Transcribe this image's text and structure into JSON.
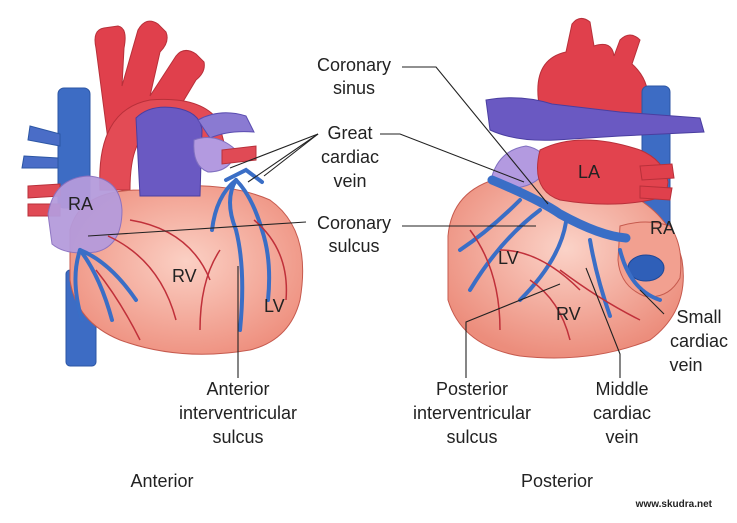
{
  "labels": {
    "ra_left": "RA",
    "rv_left": "RV",
    "lv_left": "LV",
    "la_right": "LA",
    "ra_right": "RA",
    "lv_right": "LV",
    "rv_right": "RV",
    "coronary_sinus": [
      "Coronary",
      "sinus"
    ],
    "great_cardiac_vein": [
      "Great",
      "cardiac",
      "vein"
    ],
    "coronary_sulcus": [
      "Coronary",
      "sulcus"
    ],
    "anterior_interventricular_sulcus": [
      "Anterior",
      "interventricular",
      "sulcus"
    ],
    "posterior_interventricular_sulcus": [
      "Posterior",
      "interventricular",
      "sulcus"
    ],
    "middle_cardiac_vein": [
      "Middle",
      "cardiac",
      "vein"
    ],
    "small_cardiac_vein": [
      "Small",
      "cardiac",
      "vein"
    ]
  },
  "captions": {
    "anterior": "Anterior",
    "posterior": "Posterior"
  },
  "watermark": "www.skudra.net",
  "colors": {
    "heart_body": "#f6a99a",
    "aorta_red": "#e0404c",
    "vein_blue": "#3b6fc4",
    "atrium_purple": "#9c8ad0",
    "artery_line": "#c0303a"
  }
}
